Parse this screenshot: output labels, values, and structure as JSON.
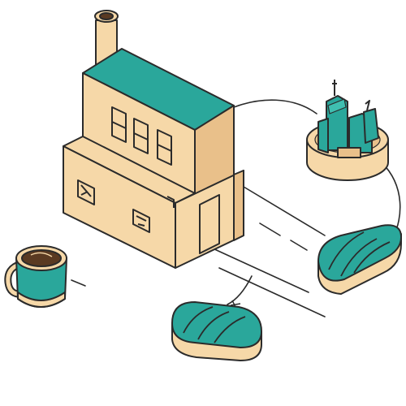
{
  "palette": {
    "tan": "#f6d8a8",
    "tan_dark": "#e9c08a",
    "teal": "#2aa79b",
    "teal_light": "#3fbfb0",
    "outline": "#2b2b2b",
    "background": "#ffffff",
    "coffee": "#5a3a22"
  },
  "objects": {
    "factory": "factory-building",
    "chimney": "chimney",
    "city": "city-on-platform",
    "mug": "coffee-mug",
    "bread_right": "bread-loaf-right",
    "bread_bottom": "bread-loaf-bottom"
  }
}
